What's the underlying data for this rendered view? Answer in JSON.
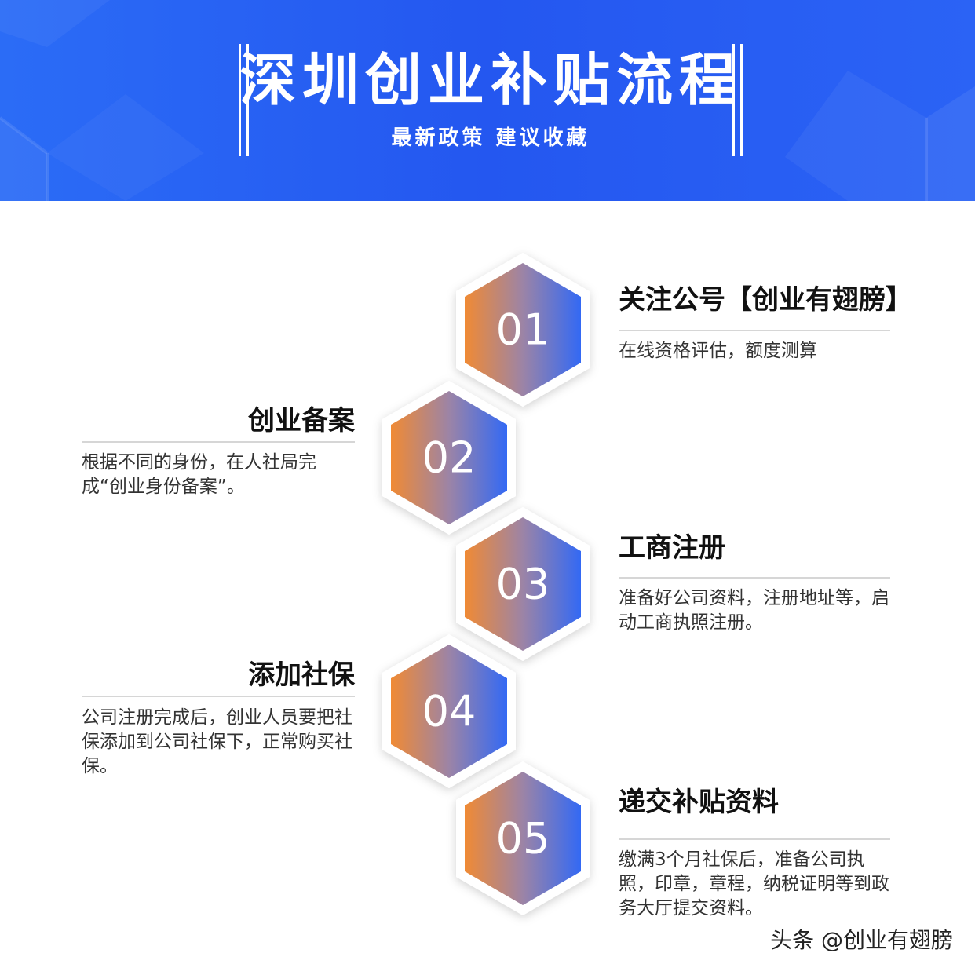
{
  "header": {
    "title": "深圳创业补贴流程",
    "subtitle": "最新政策  建议收藏"
  },
  "colors": {
    "banner_blue": "#2457f0",
    "hex_orange": "#f08a34",
    "hex_blue": "#3369f4"
  },
  "steps": [
    {
      "number": "01",
      "title": "关注公号【创业有翅膀】",
      "desc": "在线资格评估，额度测算",
      "side": "right"
    },
    {
      "number": "02",
      "title": "创业备案",
      "desc": "根据不同的身份，在人社局完成“创业身份备案”。",
      "side": "left"
    },
    {
      "number": "03",
      "title": "工商注册",
      "desc": "准备好公司资料，注册地址等，启动工商执照注册。",
      "side": "right"
    },
    {
      "number": "04",
      "title": "添加社保",
      "desc": "公司注册完成后，创业人员要把社保添加到公司社保下，正常购买社保。",
      "side": "left"
    },
    {
      "number": "05",
      "title": "递交补贴资料",
      "desc": "缴满3个月社保后，准备公司执照，印章，章程，纳税证明等到政务大厅提交资料。",
      "side": "right"
    }
  ],
  "watermark": "头条 @创业有翅膀"
}
